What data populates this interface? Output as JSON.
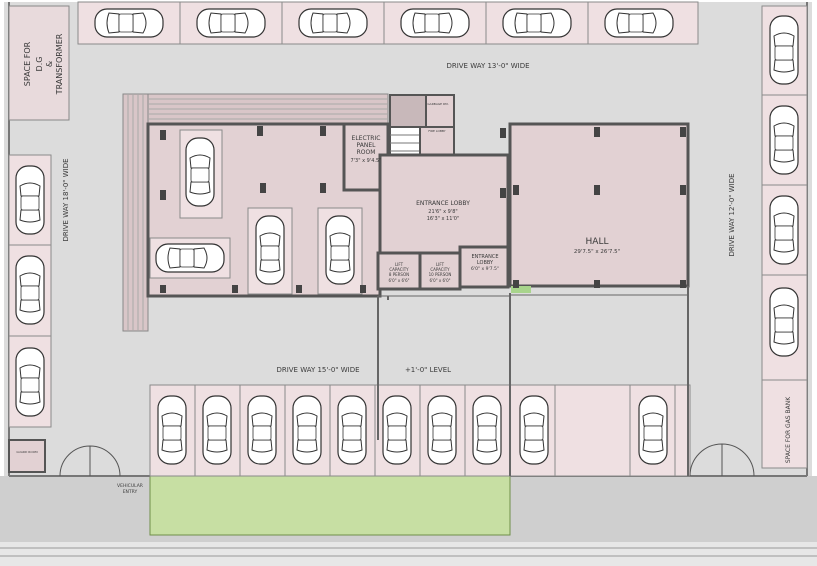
{
  "labels": {
    "drive_top": "DRIVE WAY 13'-0\" WIDE",
    "drive_left": "DRIVE WAY 18'-0\" WIDE",
    "drive_right": "DRIVE WAY 12'-0\" WIDE",
    "drive_bottom": "DRIVE WAY 15'-0\" WIDE",
    "level": "+1'-0\" LEVEL",
    "dg_line1": "SPACE FOR",
    "dg_line2": "D.G",
    "dg_line3": "&",
    "dg_line4": "TRANSFORMER",
    "gas_bank": "SPACE FOR GAS BANK",
    "electric_title": "ELECTRIC",
    "electric_title2": "PANEL",
    "electric_title3": "ROOM",
    "electric_dim": "7'3\" x 9'4.5\"",
    "lobby_title": "ENTRANCE LOBBY",
    "lobby_dim1": "21'6\" x 9'8\"",
    "lobby_dim2": "16'3\" x 11'0\"",
    "lobby2_title1": "ENTRANCE",
    "lobby2_title2": "LOBBY",
    "lobby2_dim": "6'0\" x 9'7.5\"",
    "lift1_l1": "LIFT",
    "lift1_l2": "CAPACITY",
    "lift1_l3": "8 PERSON",
    "lift1_dim": "6'0\" x 6'6\"",
    "lift2_l1": "LIFT",
    "lift2_l2": "CAPACITY",
    "lift2_l3": "10 PERSON",
    "lift2_dim": "6'0\" x 6'0\"",
    "hall_title": "HALL",
    "hall_dim": "29'7.5\" x 26'7.5\"",
    "vehicular_l1": "VEHICULAR",
    "vehicular_l2": "ENTRY",
    "fire_lobby": "FIRE LOBBY",
    "garbage": "GARBAGE RM.",
    "guard": "GUARD ROOM"
  },
  "colors": {
    "drive": "#dcdcdc",
    "room": "#e2d1d3",
    "slot": "#efe0e2",
    "lawn": "#c7dfa3",
    "wall": "#555555"
  }
}
